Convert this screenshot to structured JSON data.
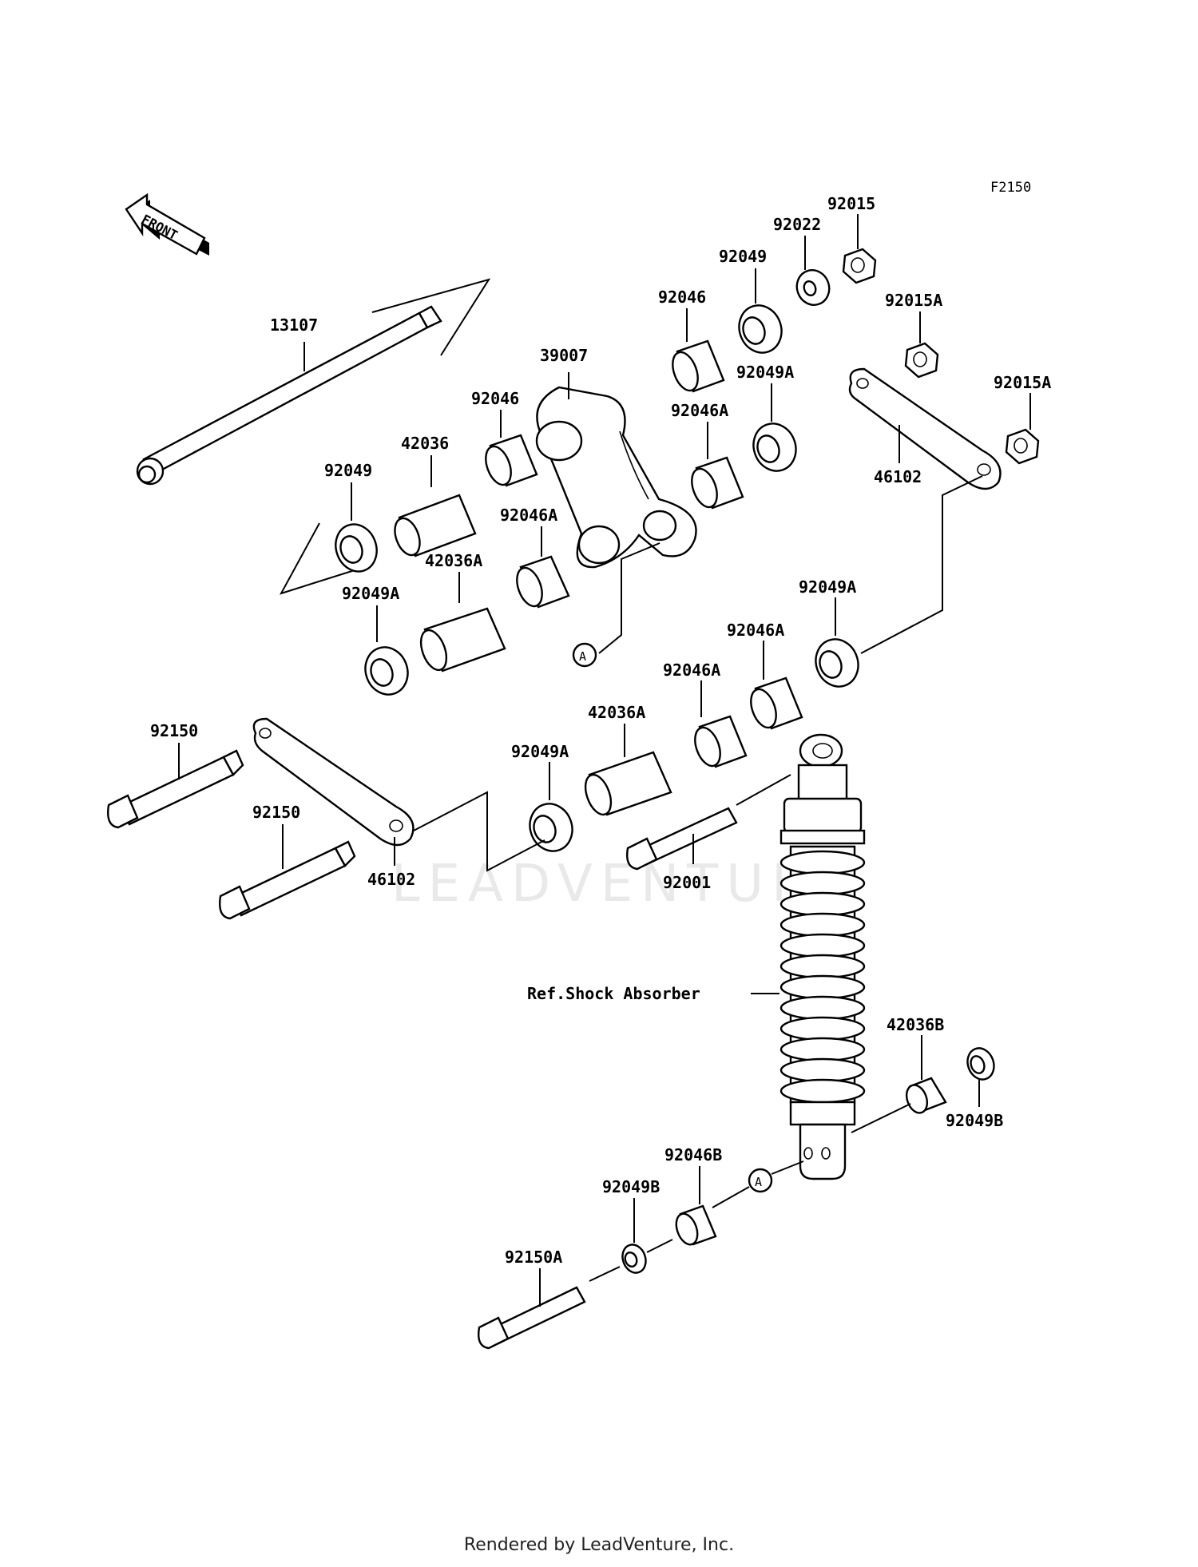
{
  "figure_code": "F2150",
  "front_arrow_label": "FRONT",
  "reference_marker": "A",
  "watermark": "LEADVENTURE",
  "footer": "Rendered by LeadVenture, Inc.",
  "parts": {
    "p13107": "13107",
    "p39007": "39007",
    "p92046_a": "92046",
    "p92046_b": "92046",
    "p92049_a": "92049",
    "p92049_b": "92049",
    "p92022": "92022",
    "p92015": "92015",
    "p92015A_a": "92015A",
    "p92015A_b": "92015A",
    "p92049A_a": "92049A",
    "p92049A_b": "92049A",
    "p92049A_c": "92049A",
    "p92049A_d": "92049A",
    "p92046A_a": "92046A",
    "p92046A_b": "92046A",
    "p92046A_c": "92046A",
    "p92046A_d": "92046A",
    "p42036": "42036",
    "p42036A_a": "42036A",
    "p42036A_b": "42036A",
    "p46102_a": "46102",
    "p46102_b": "46102",
    "p92150_a": "92150",
    "p92150_b": "92150",
    "p92001": "92001",
    "p_ref_shock": "Ref.Shock Absorber",
    "p42036B": "42036B",
    "p92049B_a": "92049B",
    "p92049B_b": "92049B",
    "p92046B": "92046B",
    "p92150A": "92150A"
  }
}
